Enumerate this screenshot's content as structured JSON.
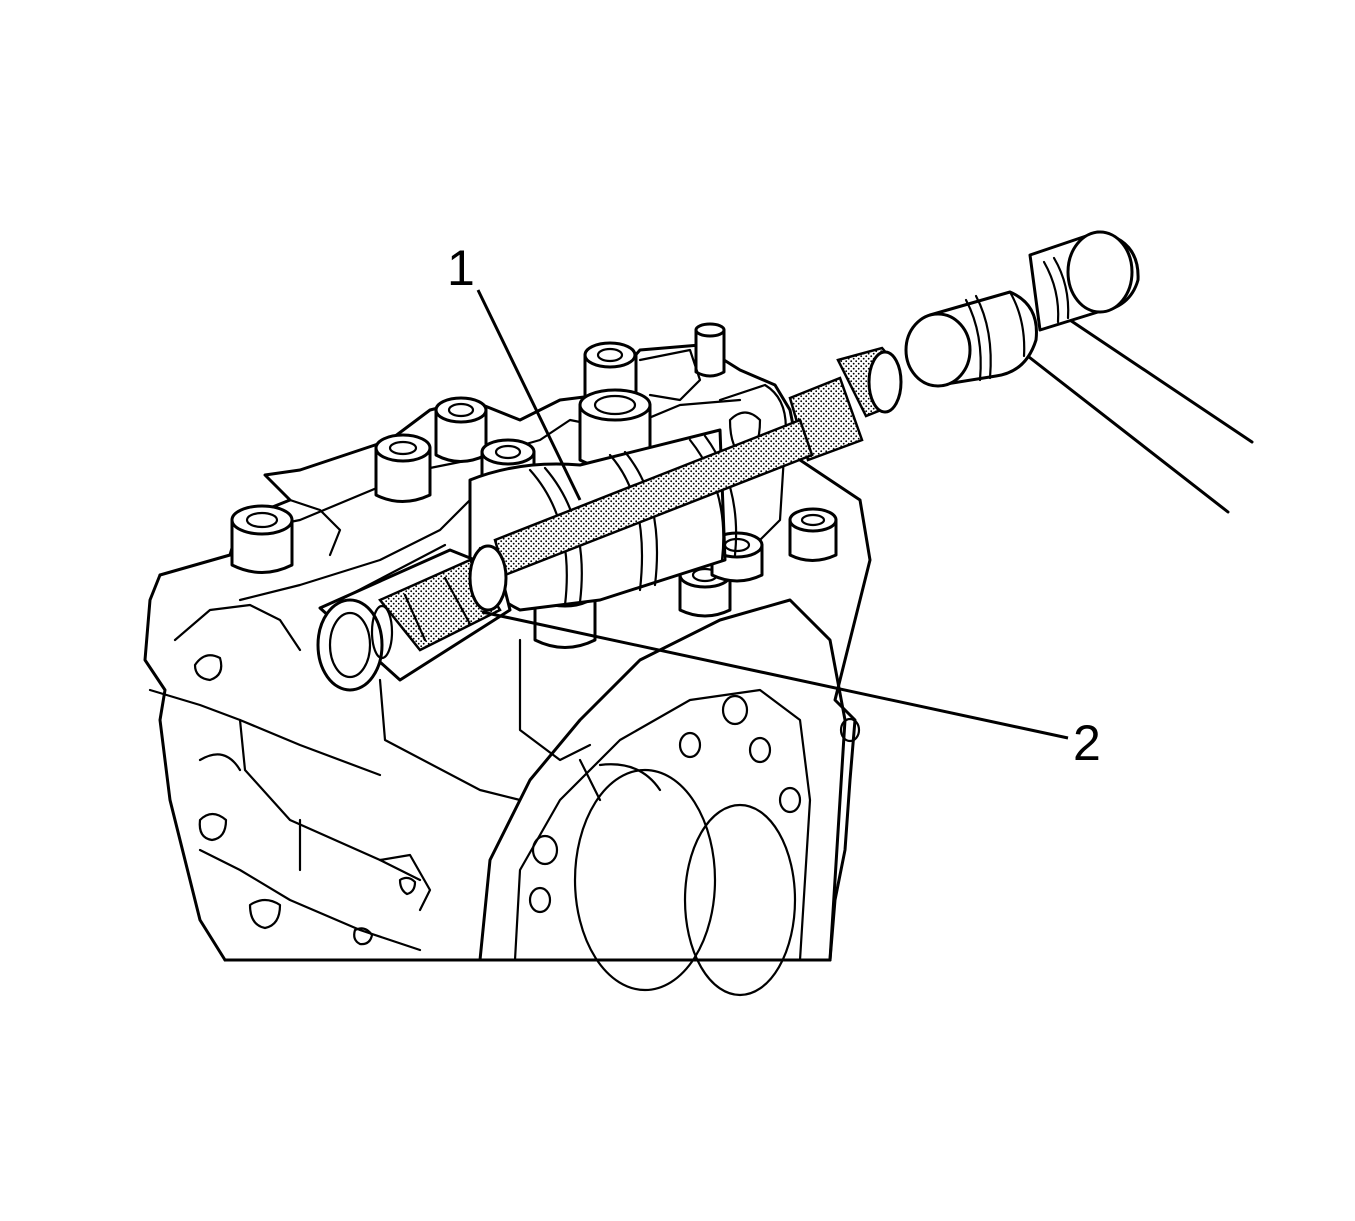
{
  "figure": {
    "callouts": [
      {
        "id": "1",
        "label": "1"
      },
      {
        "id": "2",
        "label": "2"
      }
    ],
    "line_color": "#000000",
    "background": "#ffffff",
    "icon": "transmission-case-illustration"
  }
}
